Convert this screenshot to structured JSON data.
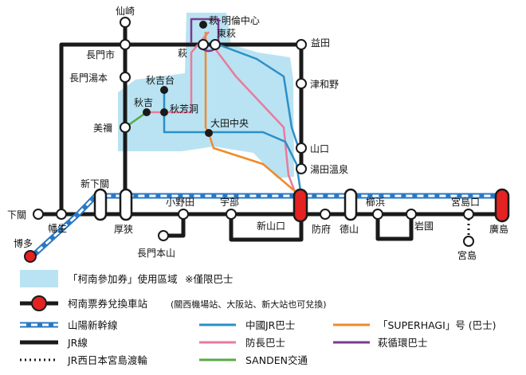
{
  "colors": {
    "jr_line": "#1a1a1a",
    "shinkansen": "#2a78c4",
    "area_fill": "#b9e3f2",
    "chugoku_jr_bus": "#2b8fc8",
    "bocho_bus": "#ea7a9c",
    "sanden": "#5aa846",
    "superhagi": "#f08a2c",
    "hagi_loop": "#7b3a8e",
    "exchange_station": "#e52222",
    "note_red": "#d0212a"
  },
  "stations": {
    "senzaki": "仙崎",
    "nagatoshi": "長門市",
    "nagatoyumoto": "長門湯本",
    "mine": "美禰",
    "shinshimonoseki": "新下關",
    "shimonoseki": "下關",
    "hakata": "博多",
    "hatabu": "幡生",
    "asa": "厚狭",
    "onoda": "小野田",
    "ube": "宇部",
    "nagatomotoyama": "長門本山",
    "shinyamaguchi": "新山口",
    "hofu": "防府",
    "tokuyama": "德山",
    "kudamatsu": "櫛浜",
    "iwakuni": "岩國",
    "miyajimaguchi": "宮島口",
    "hiroshima": "廣島",
    "miyajima": "宮島",
    "hagi_meirin": "萩·明倫中心",
    "higashihagi": "東萩",
    "hagi": "萩",
    "masuda": "益田",
    "tsuwano": "津和野",
    "yamaguchi": "山口",
    "yudaonsen": "湯田溫泉",
    "akiyoshidai": "秋吉台",
    "akiyoshi": "秋吉",
    "akiyoshido": "秋芳洞",
    "otachuo": "大田中央"
  },
  "legend": {
    "area_label": "「柯南參加券」使用區域",
    "area_note": "※僅限巴士",
    "exchange_label": "柯南票券兌換車站",
    "exchange_note": "(關西機場站、大阪站、新大站也可兌換)",
    "shinkansen": "山陽新幹線",
    "jr_line": "JR線",
    "ferry": "JR西日本宮島渡輪",
    "chugoku_jr_bus": "中國JR巴士",
    "bocho_bus": "防長巴士",
    "sanden": "SANDEN交通",
    "superhagi": "「SUPERHAGI」号 (巴士)",
    "hagi_loop": "萩循環巴士"
  }
}
